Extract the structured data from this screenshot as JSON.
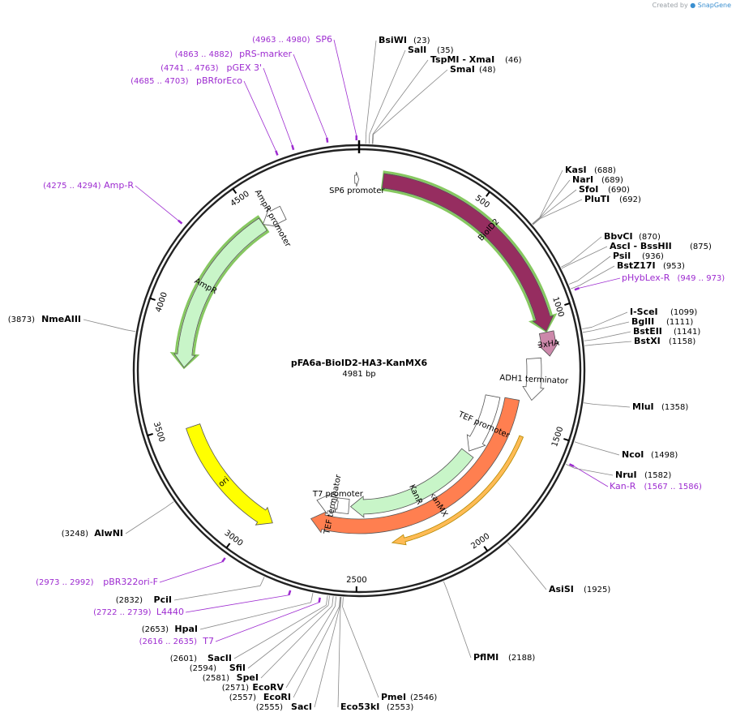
{
  "watermark": {
    "prefix": "Created by",
    "brand": "SnapGene"
  },
  "plasmid": {
    "name": "pFA6a-BioID2-HA3-KanMX6",
    "length": 4981,
    "length_label": "4981 bp"
  },
  "ticks": [
    500,
    1000,
    1500,
    2000,
    2500,
    3000,
    3500,
    4000,
    4500
  ],
  "features": [
    {
      "name": "BioID2",
      "start": 100,
      "end": 1080,
      "direction": 1,
      "fill": "#962d60",
      "text": "#ffffff",
      "ring": 0,
      "outline": "#52b01c"
    },
    {
      "name": "3xHA",
      "start": 1085,
      "end": 1185,
      "direction": 1,
      "fill": "#cc88aa",
      "text": "#000000",
      "ring": 0
    },
    {
      "name": "ADH1 terminator",
      "start": 1190,
      "end": 1380,
      "direction": 1,
      "fill": "#ffffff",
      "text": "#000000",
      "ring": 1
    },
    {
      "name": "kanMX",
      "start": 1390,
      "end": 2740,
      "direction": 1,
      "fill": "#ff7f50",
      "text": "#000000",
      "ring": 2
    },
    {
      "name": "Kan-R",
      "start": 1550,
      "end": 2340,
      "direction": 1,
      "fill": "#ffbb55",
      "text": "#000000",
      "ring": -1,
      "thin": true
    },
    {
      "name": "TEF promoter",
      "start": 1395,
      "end": 1745,
      "direction": 1,
      "fill": "#ffffff",
      "text": "#000000",
      "ring": 3
    },
    {
      "name": "KanR",
      "start": 1760,
      "end": 2540,
      "direction": 1,
      "fill": "#c8f5c8",
      "text": "#000000",
      "ring": 3
    },
    {
      "name": "TEF terminator",
      "start": 2550,
      "end": 2740,
      "direction": 1,
      "fill": "#ffffff",
      "text": "#000000",
      "ring": 3
    },
    {
      "name": "T7 promoter",
      "start": 2616,
      "end": 2635,
      "direction": 1,
      "fill": "#ffffff",
      "text": "#000000",
      "ring": 3,
      "small": true
    },
    {
      "name": "ori",
      "start": 3480,
      "end": 2900,
      "direction": -1,
      "fill": "#ffff00",
      "text": "#000000",
      "ring": 1
    },
    {
      "name": "AmpR",
      "start": 4520,
      "end": 3750,
      "direction": -1,
      "fill": "#c8f5c8",
      "text": "#000000",
      "ring": 1,
      "outline": "#52b01c"
    },
    {
      "name": "AmpR promoter",
      "start": 4625,
      "end": 4520,
      "direction": -1,
      "fill": "#ffffff",
      "text": "#000000",
      "ring": 1
    },
    {
      "name": "SP6 promoter",
      "start": 4963,
      "end": 4980,
      "direction": 1,
      "fill": "#ffffff",
      "text": "#000000",
      "ring": 0,
      "small": true
    }
  ],
  "primers": [
    {
      "name": "SP6",
      "range": "(4963 .. 4980)",
      "pos": 4972
    },
    {
      "name": "pRS-marker",
      "range": "(4863 .. 4882)",
      "pos": 4872
    },
    {
      "name": "pGEX 3'",
      "range": "(4741 .. 4763)",
      "pos": 4752
    },
    {
      "name": "pBRforEco",
      "range": "(4685 .. 4703)",
      "pos": 4694
    },
    {
      "name": "Amp-R",
      "range": "(4275 .. 4294)",
      "pos": 4285
    },
    {
      "name": "pHybLex-R",
      "range": "(949 .. 973)",
      "pos": 961
    },
    {
      "name": "Kan-R",
      "range": "(1567 .. 1586)",
      "pos": 1577
    },
    {
      "name": "pBR322ori-F",
      "range": "(2973 .. 2992)",
      "pos": 2983
    },
    {
      "name": "L4440",
      "range": "(2722 .. 2739)",
      "pos": 2731
    },
    {
      "name": "T7",
      "range": "(2616 .. 2635)",
      "pos": 2626
    }
  ],
  "sites": [
    {
      "name": "BsiWI",
      "pos": 23,
      "label": "(23)"
    },
    {
      "name": "SalI",
      "pos": 35,
      "label": "(35)"
    },
    {
      "name": "TspMI - XmaI",
      "pos": 46,
      "label": "(46)"
    },
    {
      "name": "SmaI",
      "pos": 48,
      "label": "(48)"
    },
    {
      "name": "KasI",
      "pos": 688,
      "label": "(688)"
    },
    {
      "name": "NarI",
      "pos": 689,
      "label": "(689)"
    },
    {
      "name": "SfoI",
      "pos": 690,
      "label": "(690)"
    },
    {
      "name": "PluTI",
      "pos": 692,
      "label": "(692)"
    },
    {
      "name": "BbvCI",
      "pos": 870,
      "label": "(870)"
    },
    {
      "name": "AscI - BssHII",
      "pos": 875,
      "label": "(875)"
    },
    {
      "name": "PsiI",
      "pos": 936,
      "label": "(936)"
    },
    {
      "name": "BstZ17I",
      "pos": 953,
      "label": "(953)"
    },
    {
      "name": "I-SceI",
      "pos": 1099,
      "label": "(1099)"
    },
    {
      "name": "BglII",
      "pos": 1111,
      "label": "(1111)"
    },
    {
      "name": "BstEII",
      "pos": 1141,
      "label": "(1141)"
    },
    {
      "name": "BstXI",
      "pos": 1158,
      "label": "(1158)"
    },
    {
      "name": "MluI",
      "pos": 1358,
      "label": "(1358)"
    },
    {
      "name": "NcoI",
      "pos": 1498,
      "label": "(1498)"
    },
    {
      "name": "NruI",
      "pos": 1582,
      "label": "(1582)"
    },
    {
      "name": "AsiSI",
      "pos": 1925,
      "label": "(1925)"
    },
    {
      "name": "PflMI",
      "pos": 2188,
      "label": "(2188)"
    },
    {
      "name": "PmeI",
      "pos": 2546,
      "label": "(2546)"
    },
    {
      "name": "Eco53kI",
      "pos": 2553,
      "label": "(2553)"
    },
    {
      "name": "SacI",
      "pos": 2555,
      "label": "(2555)"
    },
    {
      "name": "EcoRI",
      "pos": 2557,
      "label": "(2557)"
    },
    {
      "name": "EcoRV",
      "pos": 2571,
      "label": "(2571)"
    },
    {
      "name": "SpeI",
      "pos": 2581,
      "label": "(2581)"
    },
    {
      "name": "SfiI",
      "pos": 2594,
      "label": "(2594)"
    },
    {
      "name": "SacII",
      "pos": 2601,
      "label": "(2601)"
    },
    {
      "name": "HpaI",
      "pos": 2653,
      "label": "(2653)"
    },
    {
      "name": "PciI",
      "pos": 2832,
      "label": "(2832)"
    },
    {
      "name": "AlwNI",
      "pos": 3248,
      "label": "(3248)"
    },
    {
      "name": "NmeAIII",
      "pos": 3873,
      "label": "(3873)"
    }
  ]
}
